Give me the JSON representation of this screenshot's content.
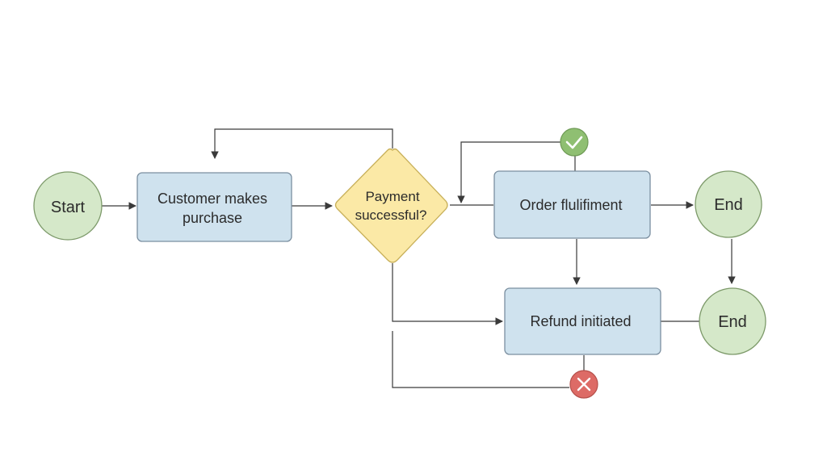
{
  "diagram": {
    "nodes": {
      "start": {
        "label": "Start"
      },
      "purchase": {
        "label_line1": "Customer makes",
        "label_line2": "purchase"
      },
      "decision": {
        "label_line1": "Payment",
        "label_line2": "successful?"
      },
      "fulfillment": {
        "label": "Order flulifiment"
      },
      "refund": {
        "label": "Refund initiated"
      },
      "end_top": {
        "label": "End"
      },
      "end_bottom": {
        "label": "End"
      }
    },
    "status_icons": {
      "success": {
        "icon": "check-icon",
        "color": "#8fbf72"
      },
      "failure": {
        "icon": "x-icon",
        "color": "#dd6b66"
      }
    },
    "colors": {
      "terminal_fill": "#d5e8c9",
      "terminal_stroke": "#7d9a6a",
      "process_fill": "#cfe2ee",
      "process_stroke": "#7b8fa0",
      "decision_fill": "#fbe9a6",
      "decision_stroke": "#c8b05a",
      "edge": "#3a3a3a"
    }
  }
}
